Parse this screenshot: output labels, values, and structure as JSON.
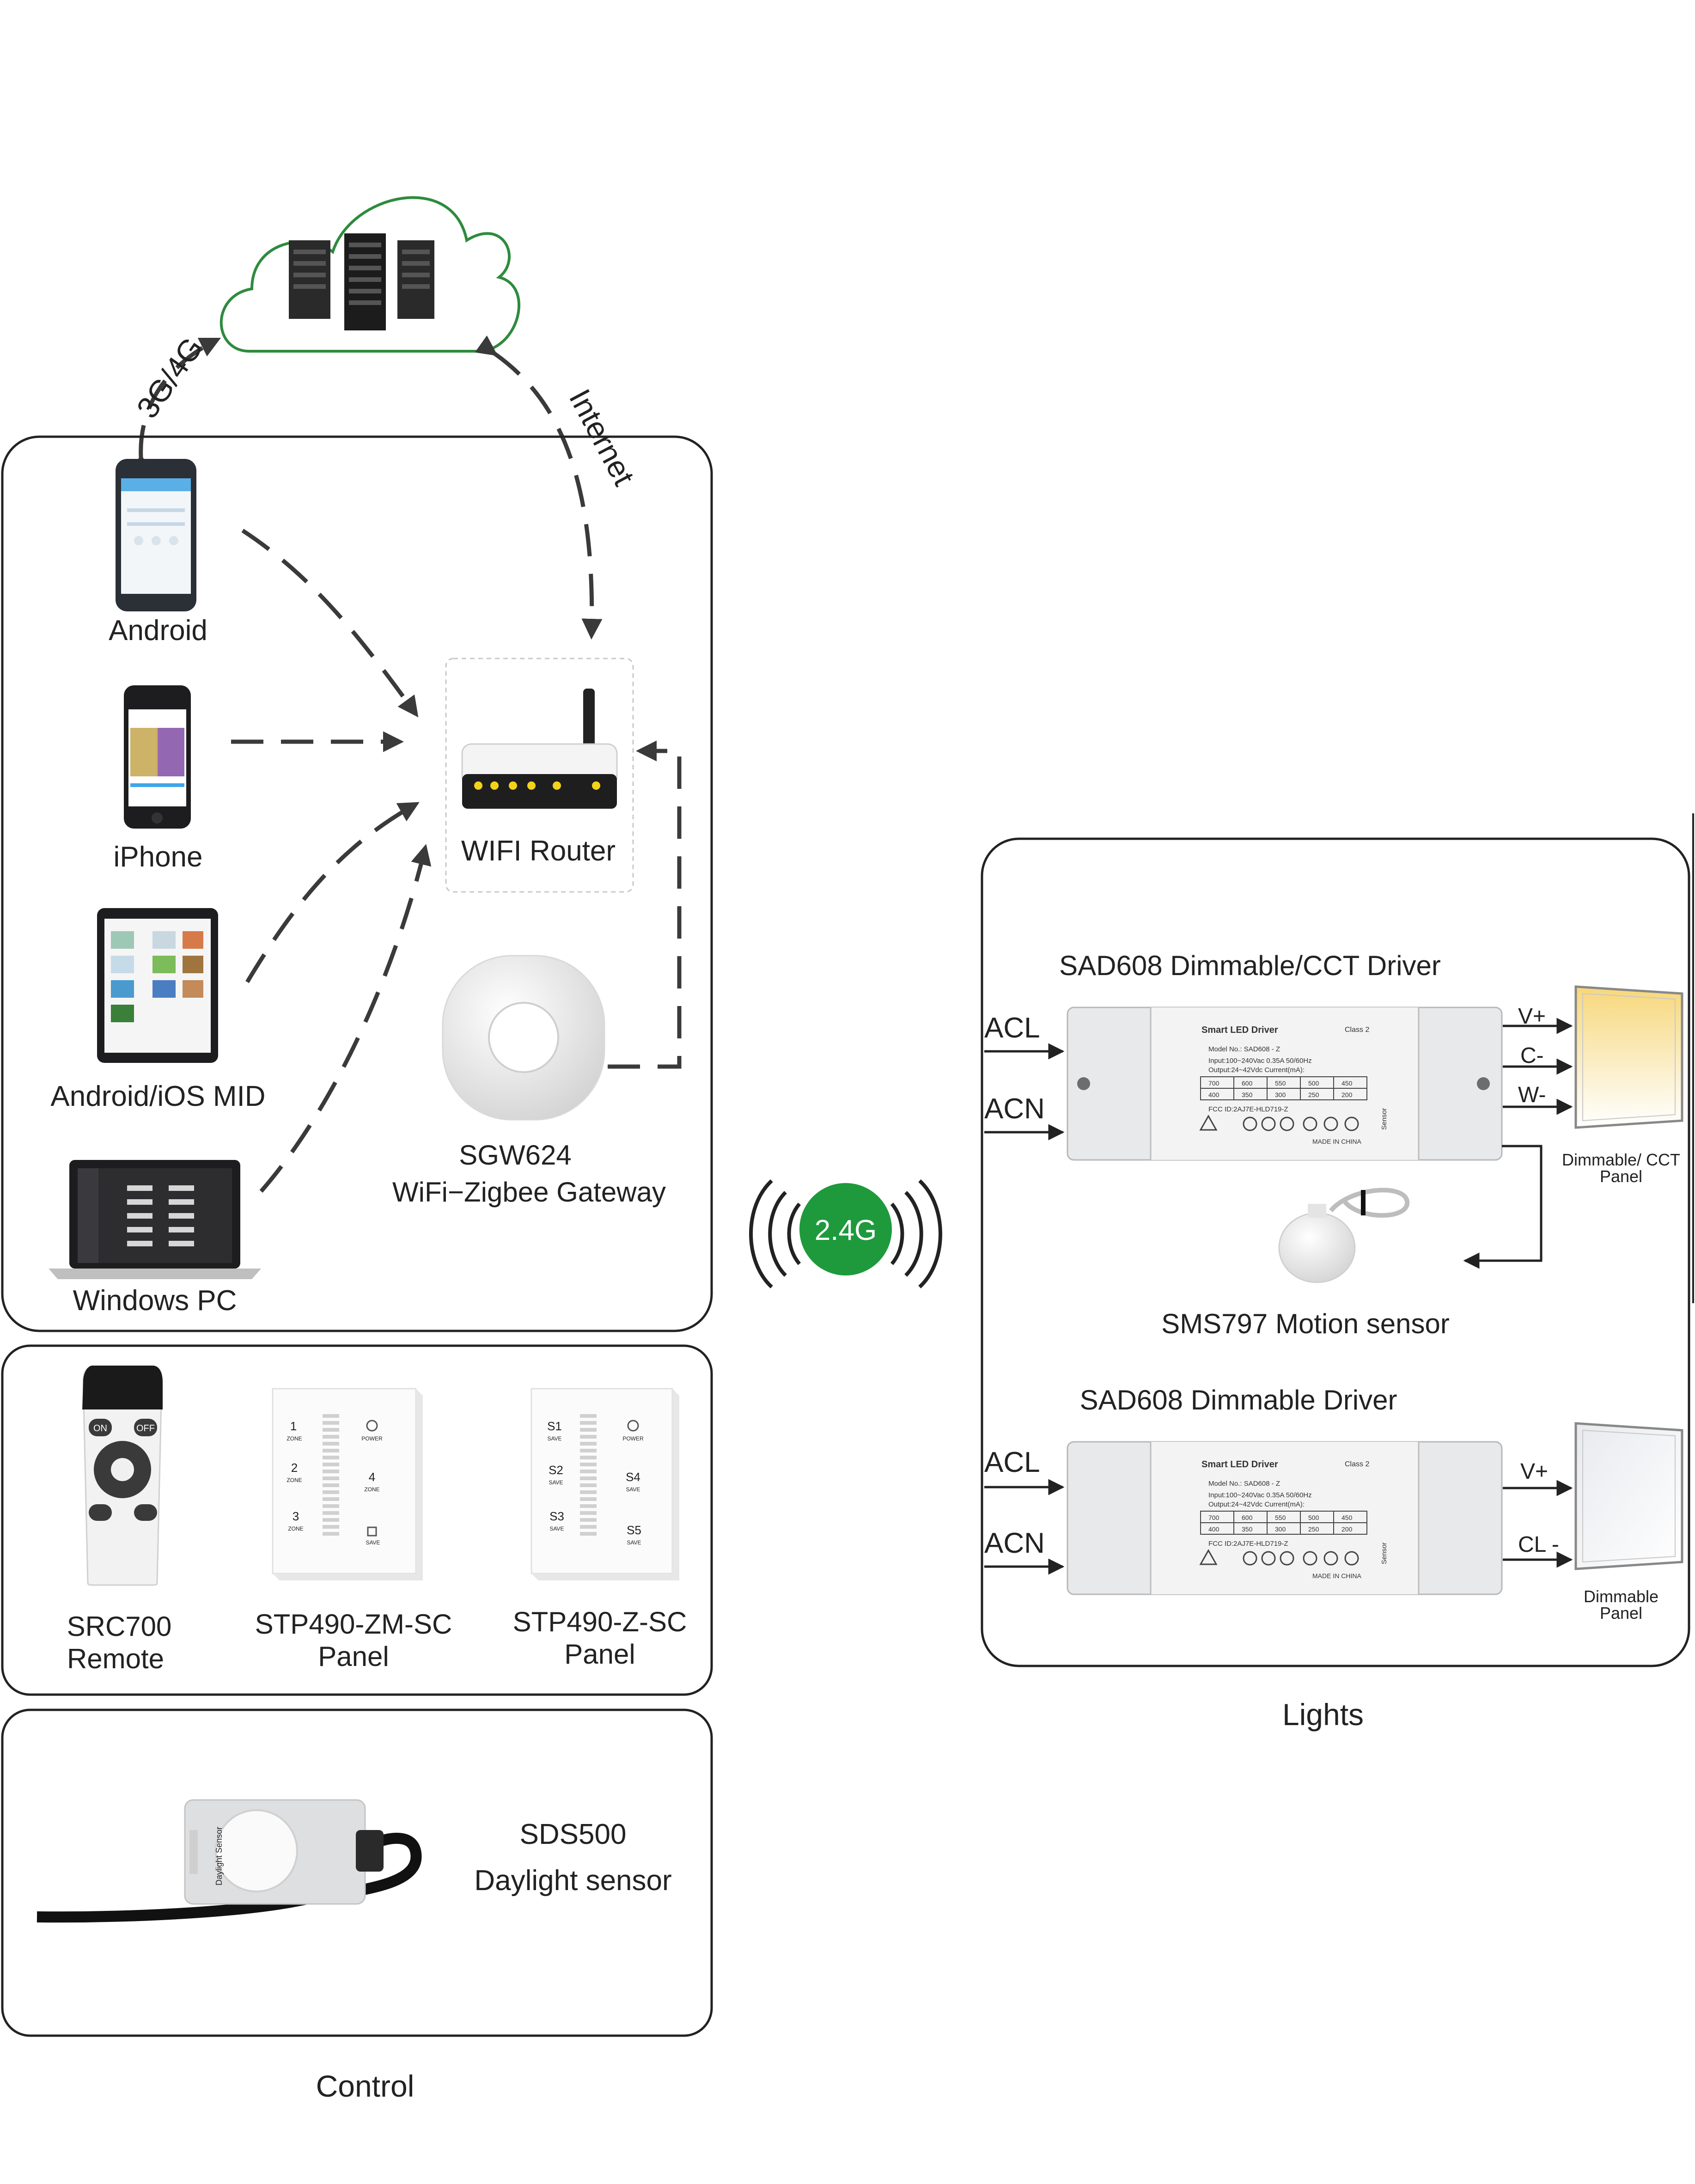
{
  "cloud": {
    "link_left": "3G/4G",
    "link_right": "Internet"
  },
  "network": {
    "android": "Android",
    "iphone": "iPhone",
    "mid": "Android/iOS MID",
    "pc": "Windows PC",
    "router": "WIFI Router",
    "gateway_model": "SGW624",
    "gateway_name": "WiFi−Zigbee Gateway"
  },
  "remotes": {
    "src700_line1": "SRC700",
    "src700_line2": "Remote",
    "zm_line1": "STP490-ZM-SC",
    "zm_line2": "Panel",
    "z_line1": "STP490-Z-SC",
    "z_line2": "Panel",
    "panel_a": {
      "z1": "1",
      "z1s": "ZONE",
      "z2": "2",
      "z2s": "ZONE",
      "z3": "3",
      "z3s": "ZONE",
      "z4": "4",
      "z4s": "ZONE",
      "power": "POWER",
      "save": "SAVE"
    },
    "panel_b": {
      "s1": "S1",
      "s2": "S2",
      "s3": "S3",
      "s4": "S4",
      "s5": "S5",
      "save": "SAVE",
      "power": "POWER"
    },
    "remote_keys": {
      "on": "ON",
      "off": "OFF"
    }
  },
  "sensor": {
    "model": "SDS500",
    "name": "Daylight sensor",
    "device_label": "Daylight Sensor"
  },
  "control_label": "Control",
  "wireless_badge": "2.4G",
  "lights": {
    "driver1_title": "SAD608 Dimmable/CCT Driver",
    "driver2_title": "SAD608 Dimmable Driver",
    "acl": "ACL",
    "acn": "ACN",
    "vplus": "V+",
    "cminus": "C-",
    "wminus": "W-",
    "clminus": "CL -",
    "panel1_l1": "Dimmable/ CCT",
    "panel1_l2": "Panel",
    "panel2_l1": "Dimmable",
    "panel2_l2": "Panel",
    "motion_sensor": "SMS797 Motion sensor",
    "lights_label": "Lights",
    "driver_label": {
      "title": "Smart LED Driver",
      "class": "Class 2",
      "model": "Model No.: SAD608 - Z",
      "input": "Input:100~240Vac 0.35A 50/60Hz",
      "output": "Output:24~42Vdc  Current(mA):",
      "fcc": "FCC ID:2AJ7E-HLD719-Z",
      "made": "MADE IN CHINA",
      "sensor_side": "Sensor",
      "currents": [
        "700",
        "600",
        "550",
        "500",
        "450",
        "400",
        "350",
        "300",
        "250",
        "200"
      ]
    }
  },
  "colors": {
    "accent_green": "#1e9a3c",
    "cloud_stroke": "#2e8b3e",
    "line": "#3a3a3a"
  }
}
